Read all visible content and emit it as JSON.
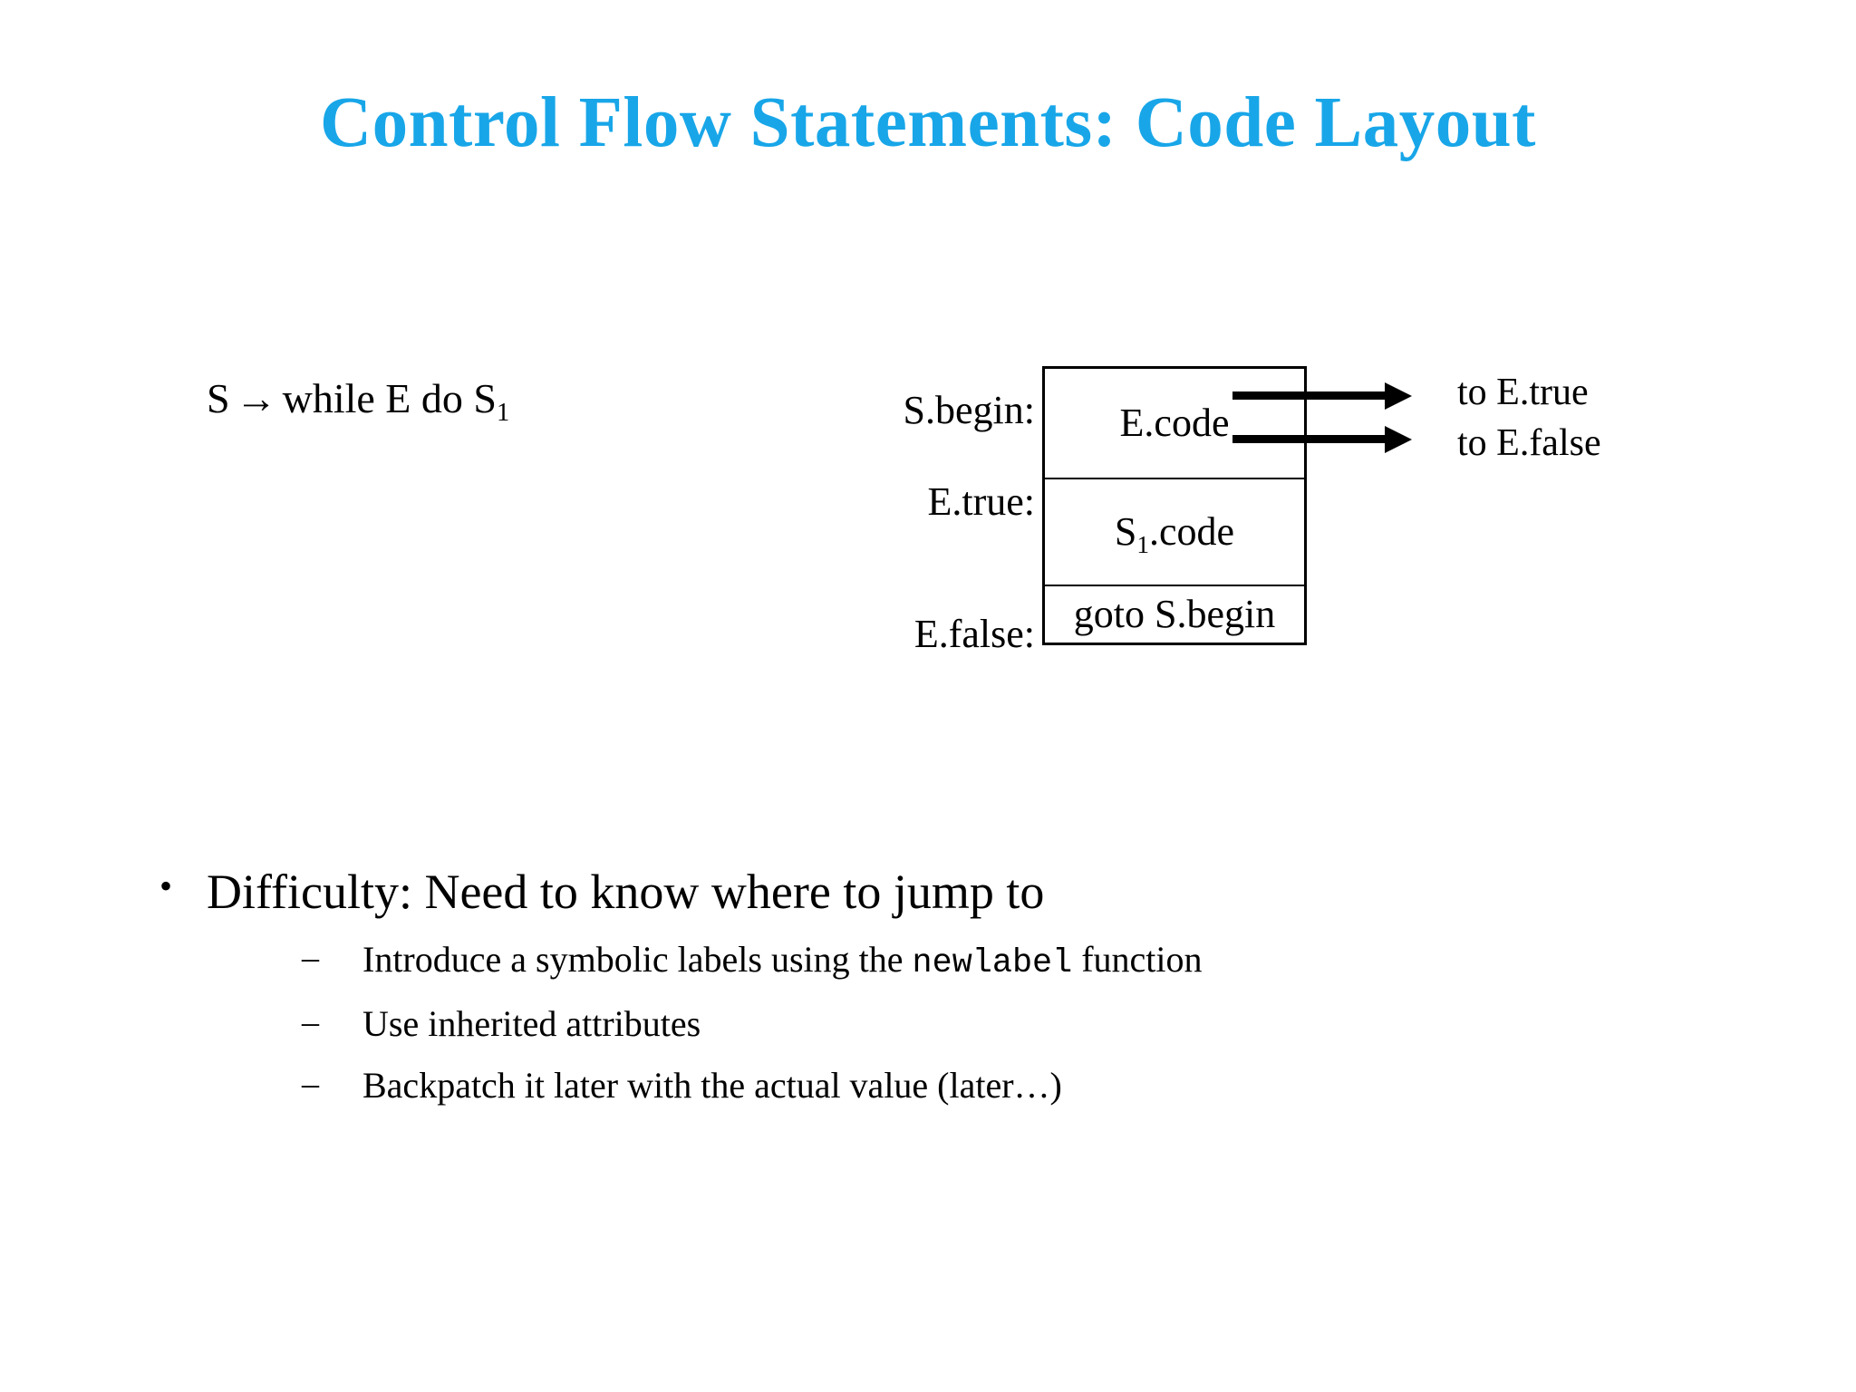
{
  "slide": {
    "title": "Control Flow Statements: Code Layout",
    "title_color": "#18a6e8",
    "background_color": "#ffffff",
    "text_color": "#000000"
  },
  "production": {
    "lhs": "S",
    "arrow": "→",
    "rhs_prefix": "while E do S",
    "rhs_subscript": "1"
  },
  "diagram": {
    "labels": {
      "s_begin": "S.begin:",
      "e_true": "E.true:",
      "e_false": "E.false:"
    },
    "cells": [
      {
        "text": "E.code",
        "subscript": ""
      },
      {
        "text": ".code",
        "prefix": "S",
        "subscript": "1"
      },
      {
        "text": "goto S.begin",
        "subscript": ""
      }
    ],
    "arrows": [
      {
        "label": "to E.true"
      },
      {
        "label": "to E.false"
      }
    ]
  },
  "bullets": {
    "level1": "Difficulty: Need to know where to jump to",
    "level1_marker": "•",
    "level2_marker": "–",
    "level2": [
      {
        "pre": "Introduce a symbolic labels using the ",
        "mono": "newlabel",
        "post": " function"
      },
      {
        "pre": "Use inherited attributes",
        "mono": "",
        "post": ""
      },
      {
        "pre": "Backpatch it later with the actual value (later…)",
        "mono": "",
        "post": ""
      }
    ]
  }
}
